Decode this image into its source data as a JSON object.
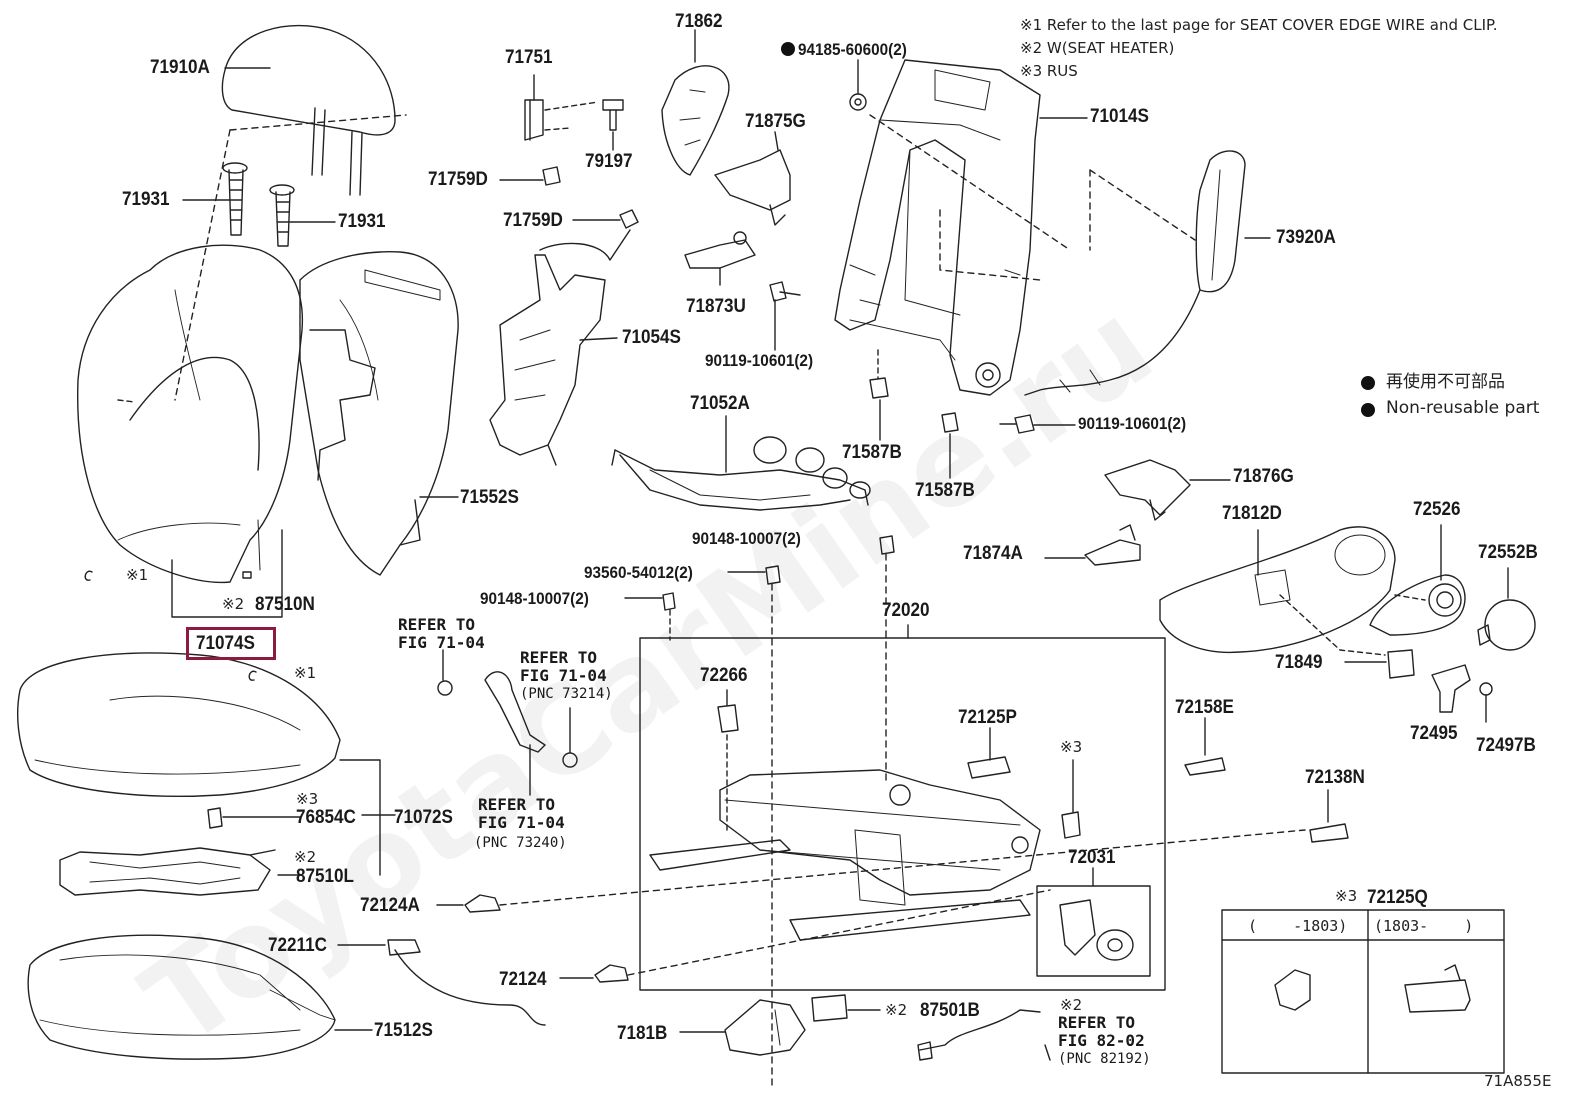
{
  "notes": [
    "※1 Refer to the last page for SEAT COVER EDGE WIRE and CLIP.",
    "※2 W(SEAT HEATER)",
    "※3 RUS"
  ],
  "legend": {
    "jp": "再使用不可部品",
    "en": "Non-reusable part"
  },
  "watermark": "ToyotaCarMine.ru",
  "figure_code": "71A855E",
  "highlighted_part": "71074S",
  "parts": {
    "p71910A": "71910A",
    "p71931a": "71931",
    "p71931b": "71931",
    "p71751": "71751",
    "p79197": "79197",
    "p71759Da": "71759D",
    "p71759Db": "71759D",
    "p71862": "71862",
    "p71875G": "71875G",
    "p71873U": "71873U",
    "p71054S": "71054S",
    "p94185": "94185-60600(2)",
    "p71014S": "71014S",
    "p73920A": "73920A",
    "p90119a": "90119-10601(2)",
    "p90119b": "90119-10601(2)",
    "p71552S": "71552S",
    "p71052A": "71052A",
    "p71587Ba": "71587B",
    "p71587Bb": "71587B",
    "p71876G": "71876G",
    "p71874A": "71874A",
    "p71812D": "71812D",
    "p72526": "72526",
    "p72552B": "72552B",
    "p71849": "71849",
    "p72495": "72495",
    "p72497B": "72497B",
    "p87510N": "87510N",
    "p71074S": "71074S",
    "p90148a": "90148-10007(2)",
    "p93560": "93560-54012(2)",
    "p90148b": "90148-10007(2)",
    "p72020": "72020",
    "p72266": "72266",
    "p72125P": "72125P",
    "p72158E": "72158E",
    "p72138N": "72138N",
    "p76854C": "76854C",
    "p71072S": "71072S",
    "p87510L": "87510L",
    "p72124A": "72124A",
    "p72031": "72031",
    "p72211C": "72211C",
    "p72124": "72124",
    "p71512S": "71512S",
    "p7181B": "7181B",
    "p87501B": "87501B",
    "p72125Q": "72125Q"
  },
  "marks": {
    "m1a": "※1",
    "m1b": "※1",
    "m2a": "※2",
    "m2b": "※2",
    "m2c": "※2",
    "m2d": "※2",
    "m3a": "※3",
    "m3b": "※3",
    "m3c": "※3"
  },
  "refs": {
    "r1": "REFER TO\nFIG 71-04",
    "r2": "REFER TO\nFIG 71-04",
    "r2pnc": "(PNC 73214)",
    "r3": "REFER TO\nFIG 71-04",
    "r3pnc": "(PNC 73240)",
    "r4": "REFER TO\nFIG 82-02",
    "r4pnc": "(PNC 82192)"
  },
  "variant_table": {
    "col1": "(    -1803)",
    "col2": "(1803-    )"
  }
}
